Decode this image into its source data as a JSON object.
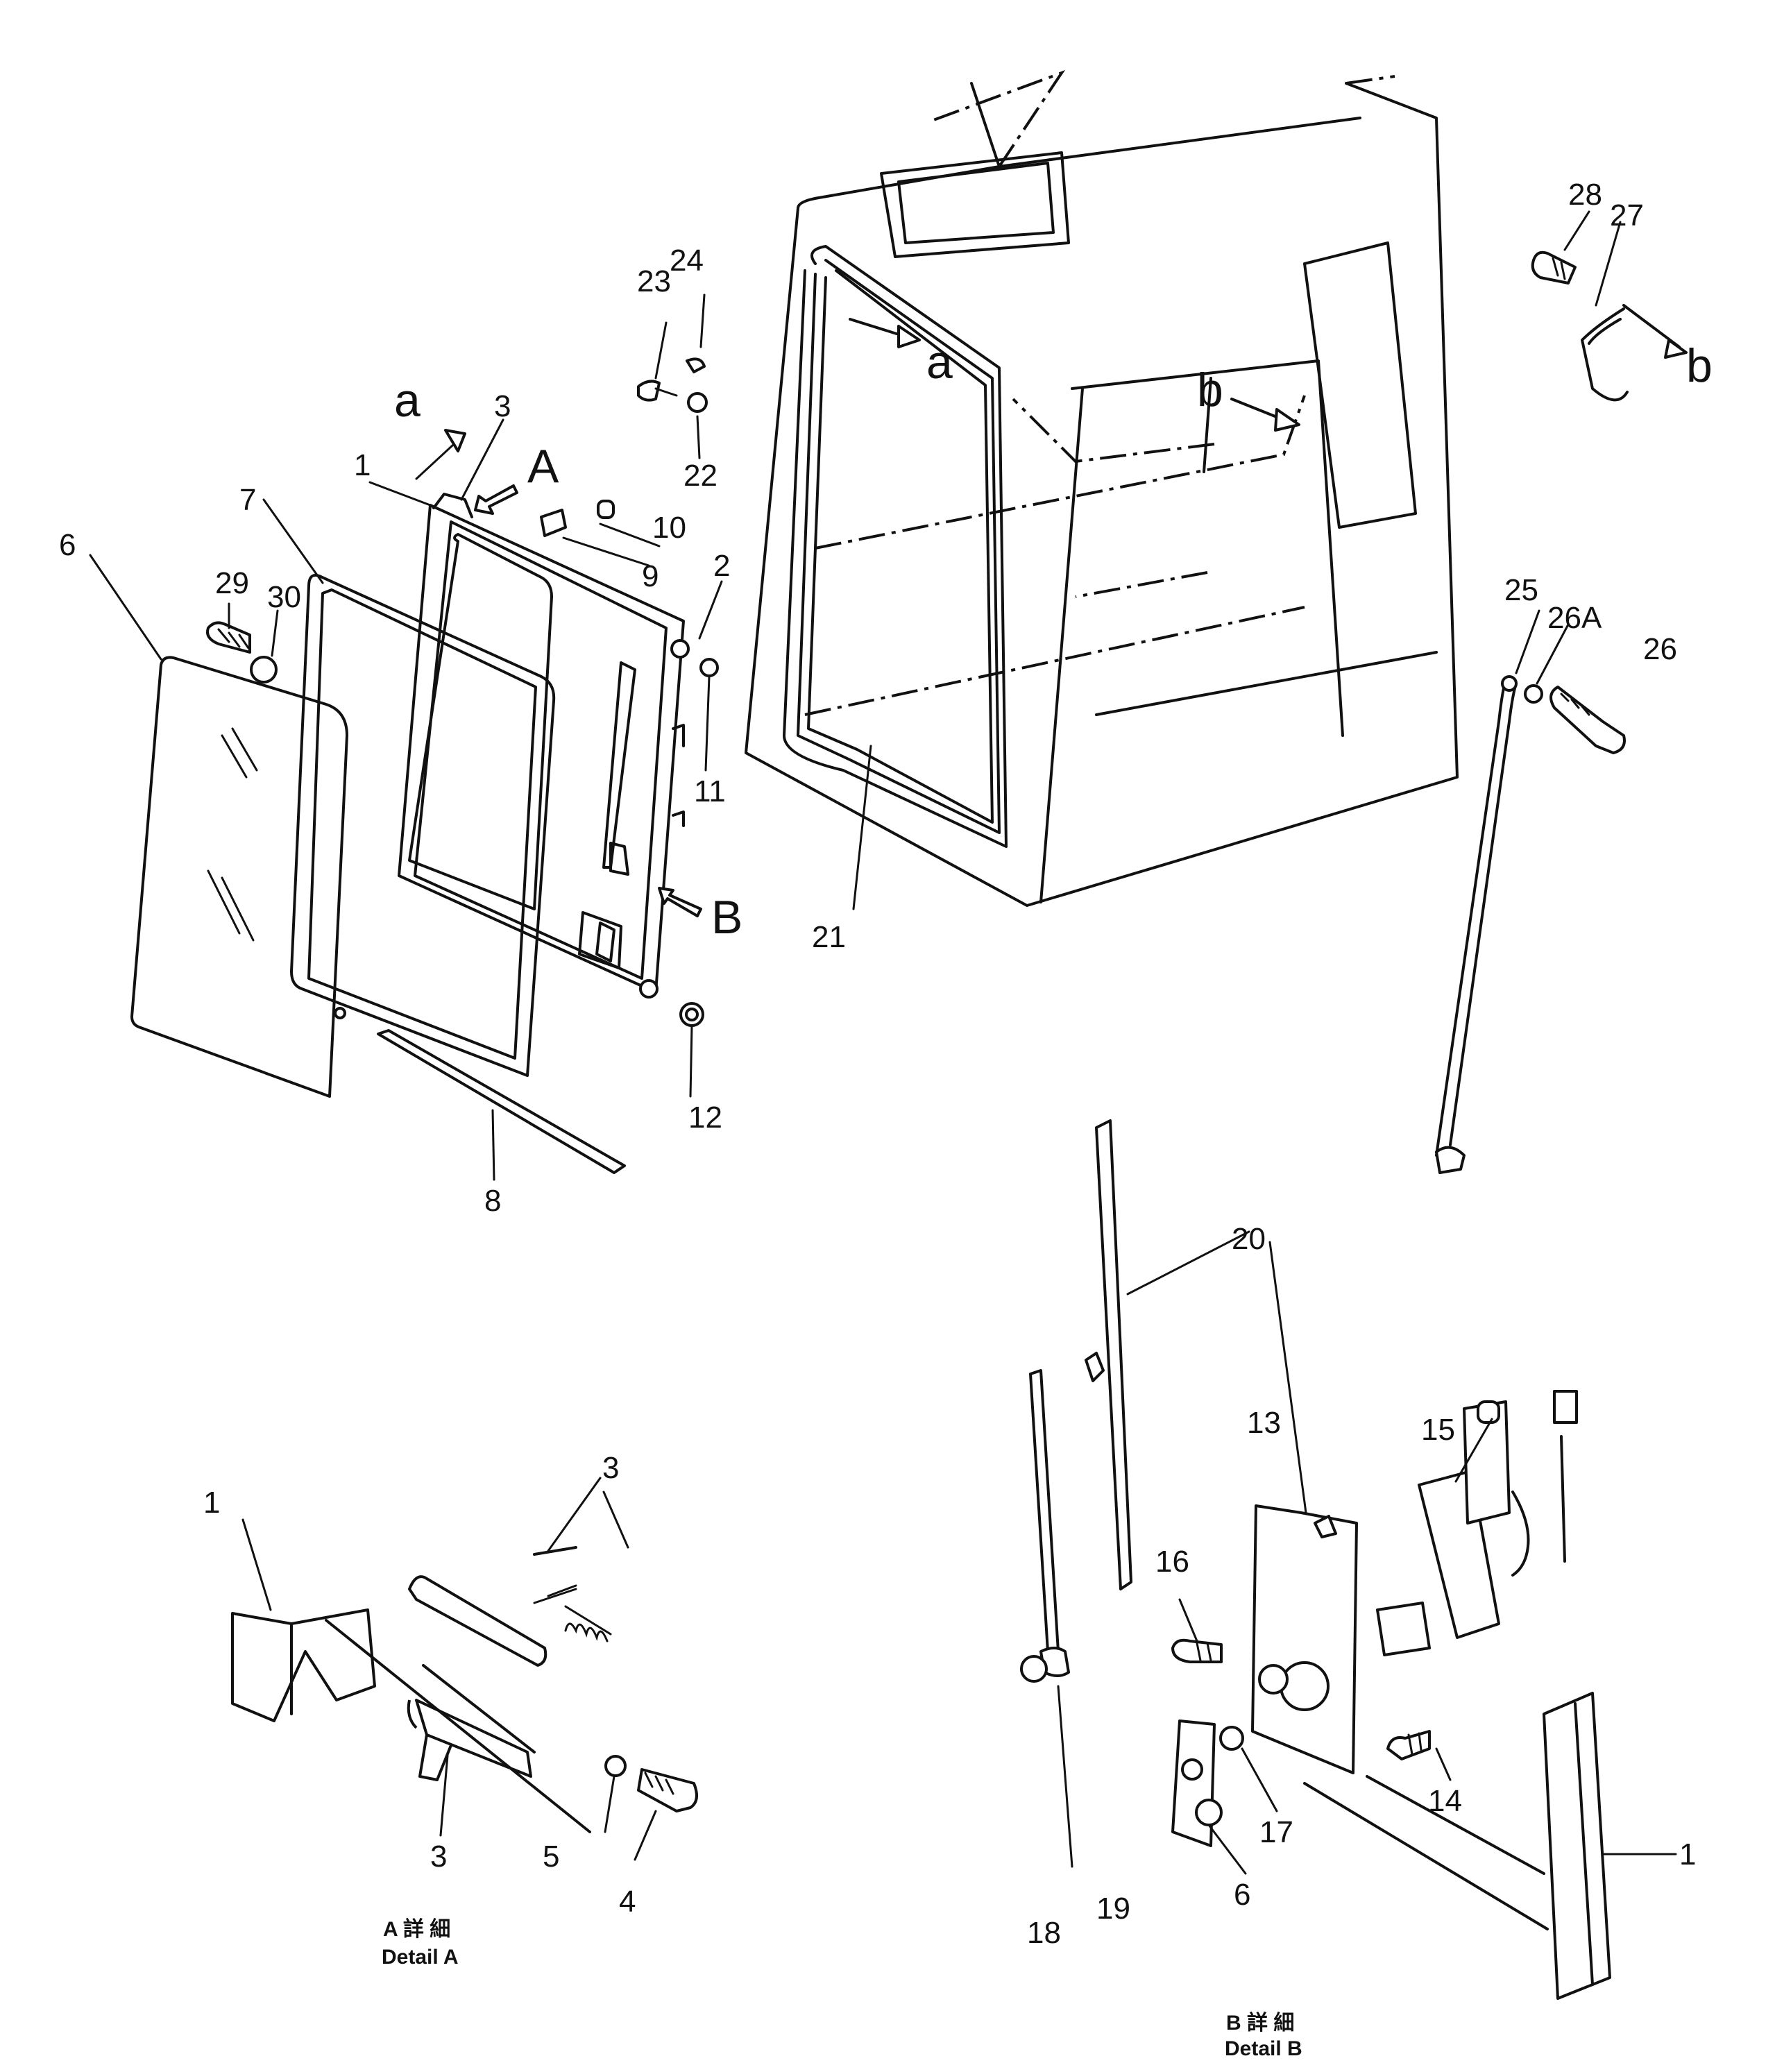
{
  "part_numbers": [
    "1",
    "2",
    "3",
    "4",
    "5",
    "6",
    "7",
    "8",
    "9",
    "10",
    "11",
    "12",
    "13",
    "14",
    "15",
    "16",
    "17",
    "18",
    "19",
    "20",
    "21",
    "22",
    "23",
    "24",
    "25",
    "26A",
    "26",
    "27",
    "28",
    "29",
    "30"
  ],
  "ref_marks": {
    "a": "a",
    "b": "b",
    "A": "A",
    "B": "B"
  },
  "captions": {
    "detail_a_jp": "A 詳 細",
    "detail_a_en": "Detail A",
    "detail_b_jp": "B 詳 細",
    "detail_b_en": "Detail B"
  }
}
